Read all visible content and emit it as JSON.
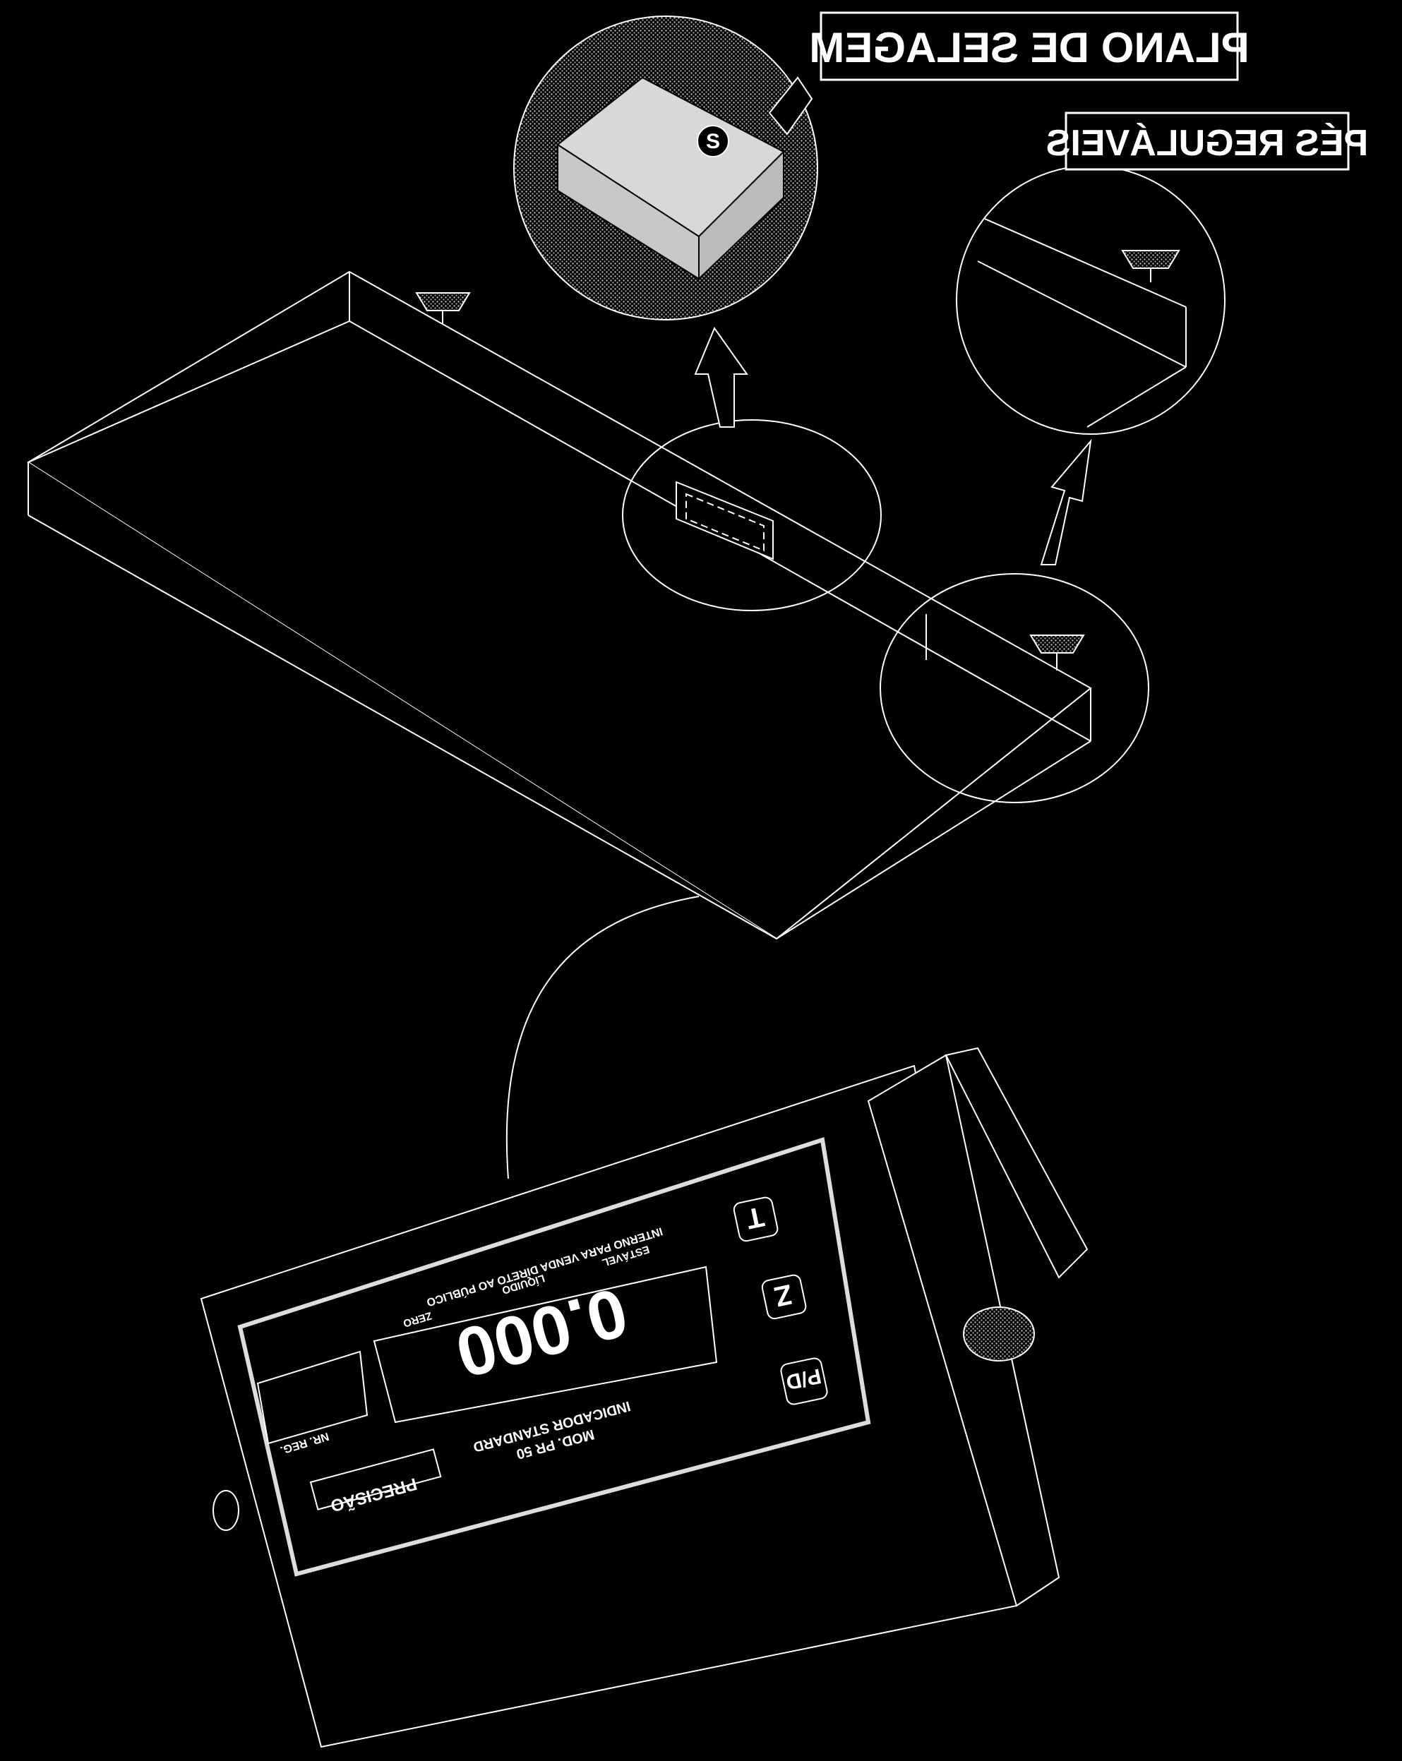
{
  "labels": {
    "sealing_plane": "PLANO DE SELAGEM",
    "adjustable_feet": "PÉS REGULÁVEIS",
    "seal_mark": "S"
  },
  "indicator": {
    "display_value": "0.000",
    "brand": "PRECISÃO",
    "model_line1": "INDICADOR STANDARD",
    "model_line2": "MOD. PR 50",
    "header_note": "INTERNO PARA VENDA DIRETO AO PÚBLICO",
    "status_zero": "ZERO",
    "status_liquido": "LÍQUIDO",
    "status_estavel": "ESTÁVEL",
    "plate_text": "NR. REG.",
    "keys": {
      "tara": "T",
      "zero": "Z",
      "mode": "P/D"
    }
  },
  "colors": {
    "background": "#000000",
    "line": "#ffffff",
    "hatch_fill": "#8a8a8a"
  },
  "icons": [
    "arrow-up-icon",
    "adjustable-foot-icon",
    "seal-icon"
  ]
}
